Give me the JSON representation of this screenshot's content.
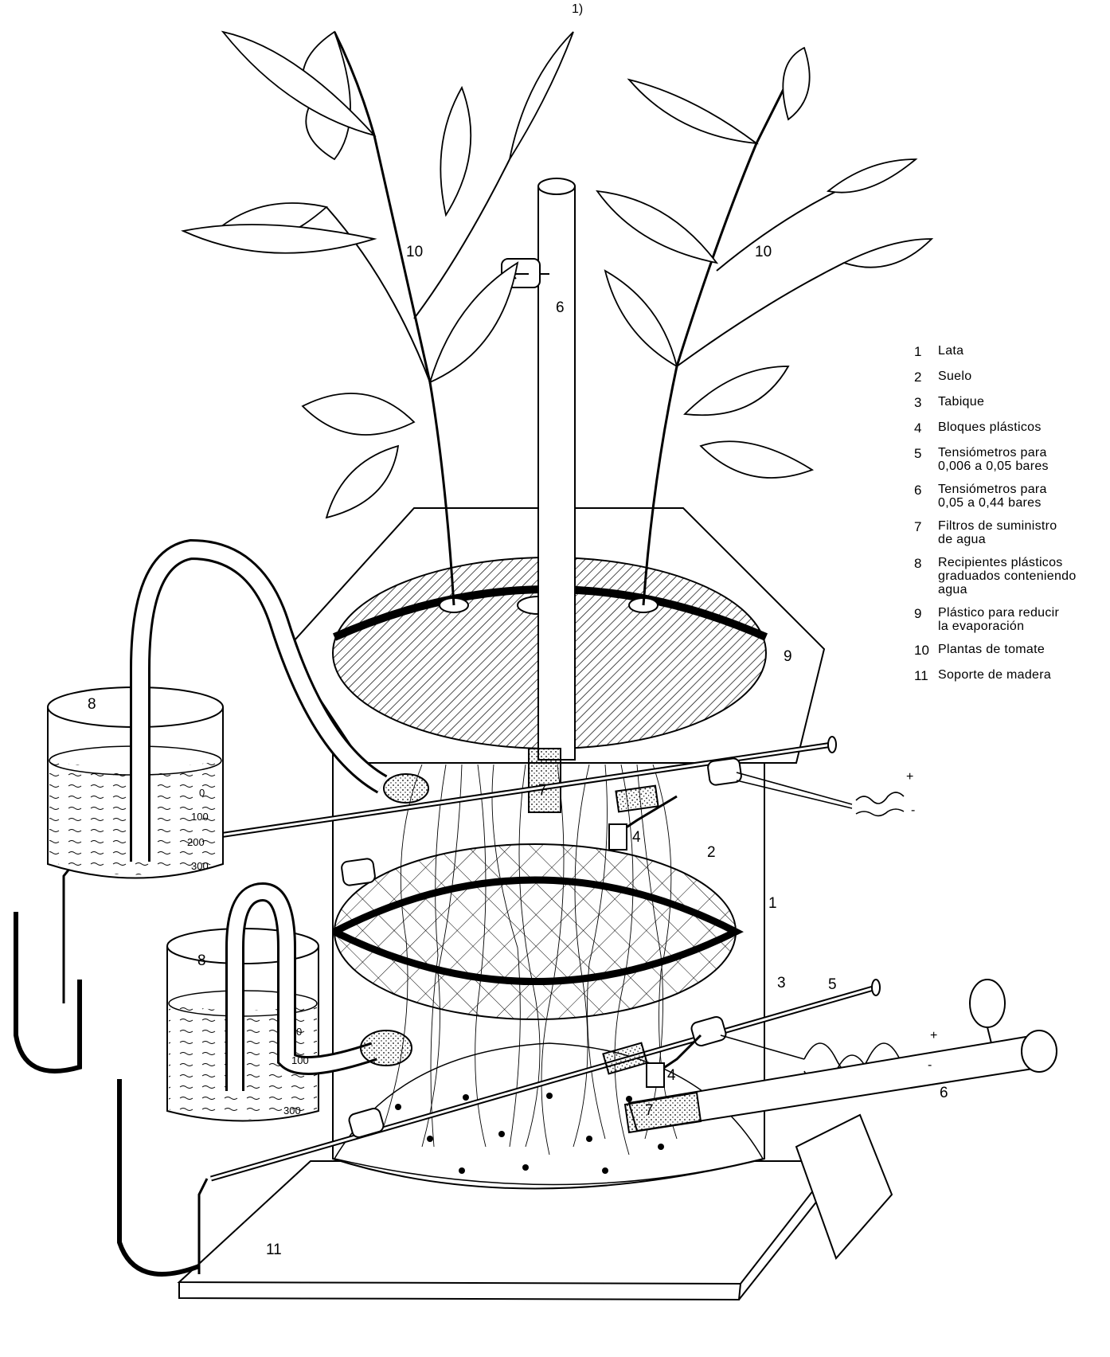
{
  "legend": [
    {
      "num": "1",
      "text": "Lata"
    },
    {
      "num": "2",
      "text": "Suelo"
    },
    {
      "num": "3",
      "text": "Tabique"
    },
    {
      "num": "4",
      "text": "Bloques plásticos"
    },
    {
      "num": "5",
      "text": "Tensiómetros para\n0,006 a 0,05 bares"
    },
    {
      "num": "6",
      "text": "Tensiómetros para\n0,05 a 0,44 bares"
    },
    {
      "num": "7",
      "text": "Filtros de suministro\nde agua"
    },
    {
      "num": "8",
      "text": "Recipientes plásticos\ngraduados conteniendo\nagua"
    },
    {
      "num": "9",
      "text": "Plástico para reducir\nla evaporación"
    },
    {
      "num": "10",
      "text": "Plantas de tomate"
    },
    {
      "num": "11",
      "text": "Soporte de madera"
    }
  ],
  "callouts": {
    "can": "1",
    "soil": "2",
    "partition": "3",
    "block_upper": "4",
    "block_lower": "4",
    "tensiometer_5": "5",
    "tensiometer_6_top": "6",
    "tensiometer_6_bottom": "6",
    "filter_upper": "7",
    "filter_lower": "7",
    "container_upper": "8",
    "container_lower": "8",
    "plastic_sheet": "9",
    "plant_left": "10",
    "plant_right": "10",
    "support": "11"
  },
  "container_scale": {
    "upper": [
      "0",
      "100",
      "200",
      "300"
    ],
    "lower": [
      "0",
      "100",
      "300"
    ]
  },
  "wire_signs": {
    "plus": "+",
    "minus": "-"
  },
  "top_mark": "1)"
}
